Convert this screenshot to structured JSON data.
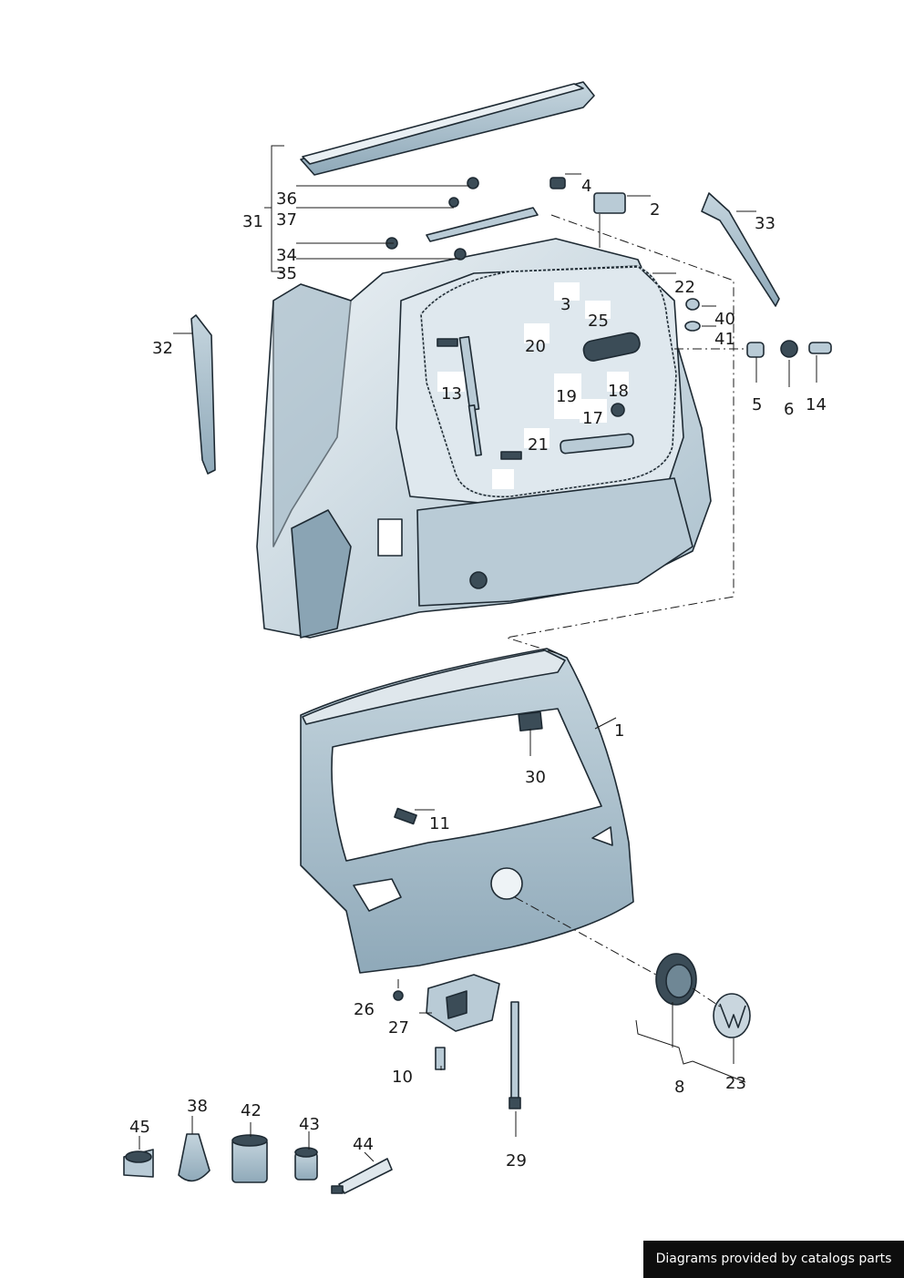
{
  "callouts": {
    "c1": "1",
    "c2": "2",
    "c3": "3",
    "c4": "4",
    "c5": "5",
    "c6": "6",
    "c8": "8",
    "c10": "10",
    "c11": "11",
    "c13": "13",
    "c14": "14",
    "c17": "17",
    "c18": "18",
    "c19": "19",
    "c20": "20",
    "c21": "21",
    "c22": "22",
    "c23": "23",
    "c25": "25",
    "c26": "26",
    "c27": "27",
    "c29": "29",
    "c30": "30",
    "c31": "31",
    "c32": "32",
    "c33": "33",
    "c34": "34",
    "c35": "35",
    "c36": "36",
    "c37": "37",
    "c38": "38",
    "c40": "40",
    "c41": "41",
    "c42": "42",
    "c43": "43",
    "c44": "44",
    "c45": "45"
  },
  "credit": "Diagrams provided by catalogs parts",
  "colors": {
    "body": "#b9cbd6",
    "body_light": "#e8eff3",
    "outline": "#1e2a33",
    "credit_bg": "#0d0d0d"
  }
}
